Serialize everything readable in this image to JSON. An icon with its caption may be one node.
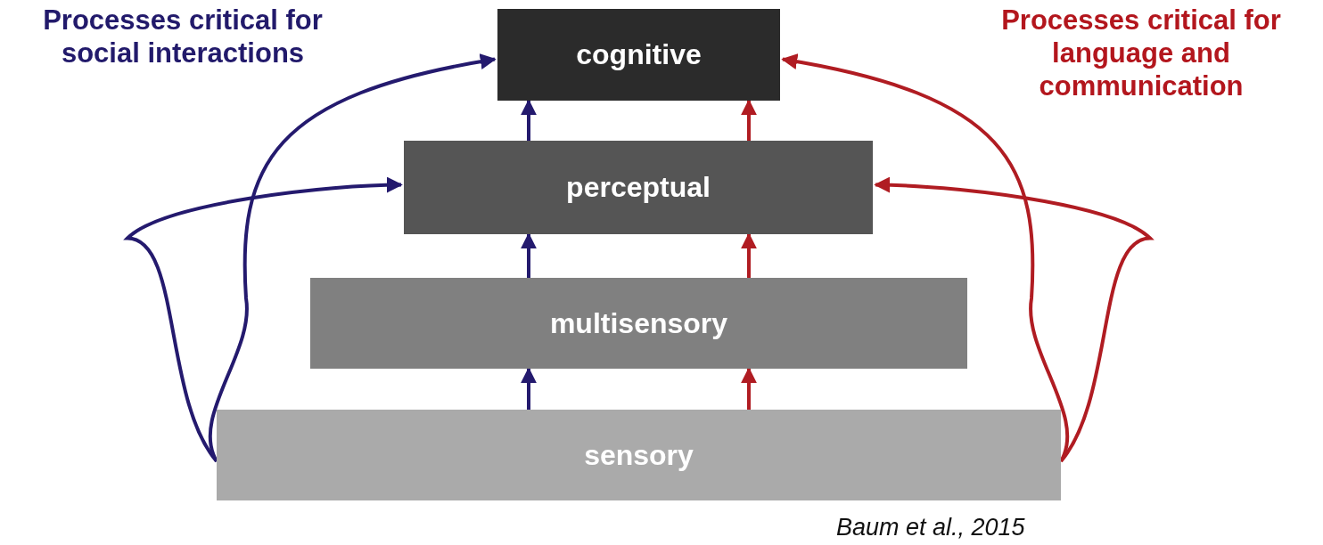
{
  "diagram": {
    "caption": "Baum et al., 2015",
    "nodes": [
      {
        "text": [
          "cognitive"
        ]
      },
      {
        "text": [
          "perceptual"
        ]
      },
      {
        "text": [
          "multisensory"
        ]
      },
      {
        "text": [
          "sensory"
        ]
      }
    ],
    "edges": [
      {
        "from": 3,
        "to": 2,
        "arrow": "to",
        "color": "#241a6e"
      },
      {
        "from": 3,
        "to": 2,
        "arrow": "to",
        "color": "#b01c22"
      },
      {
        "from": 2,
        "to": 1,
        "arrow": "to",
        "color": "#241a6e"
      },
      {
        "from": 2,
        "to": 1,
        "arrow": "to",
        "color": "#b01c22"
      },
      {
        "from": 1,
        "to": 0,
        "arrow": "to",
        "color": "#241a6e"
      },
      {
        "from": 1,
        "to": 0,
        "arrow": "to",
        "color": "#b01c22"
      },
      {
        "from": 3,
        "to": 1,
        "arrow": "to",
        "color": "#241a6e"
      },
      {
        "from": 3,
        "to": 0,
        "arrow": "to",
        "color": "#241a6e"
      },
      {
        "from": 3,
        "to": 1,
        "arrow": "to",
        "color": "#b01c22"
      },
      {
        "from": 3,
        "to": 0,
        "arrow": "to",
        "color": "#b01c22"
      }
    ],
    "labels": [
      "Processes critical for social interactions",
      "Processes critical for language and communication"
    ]
  }
}
